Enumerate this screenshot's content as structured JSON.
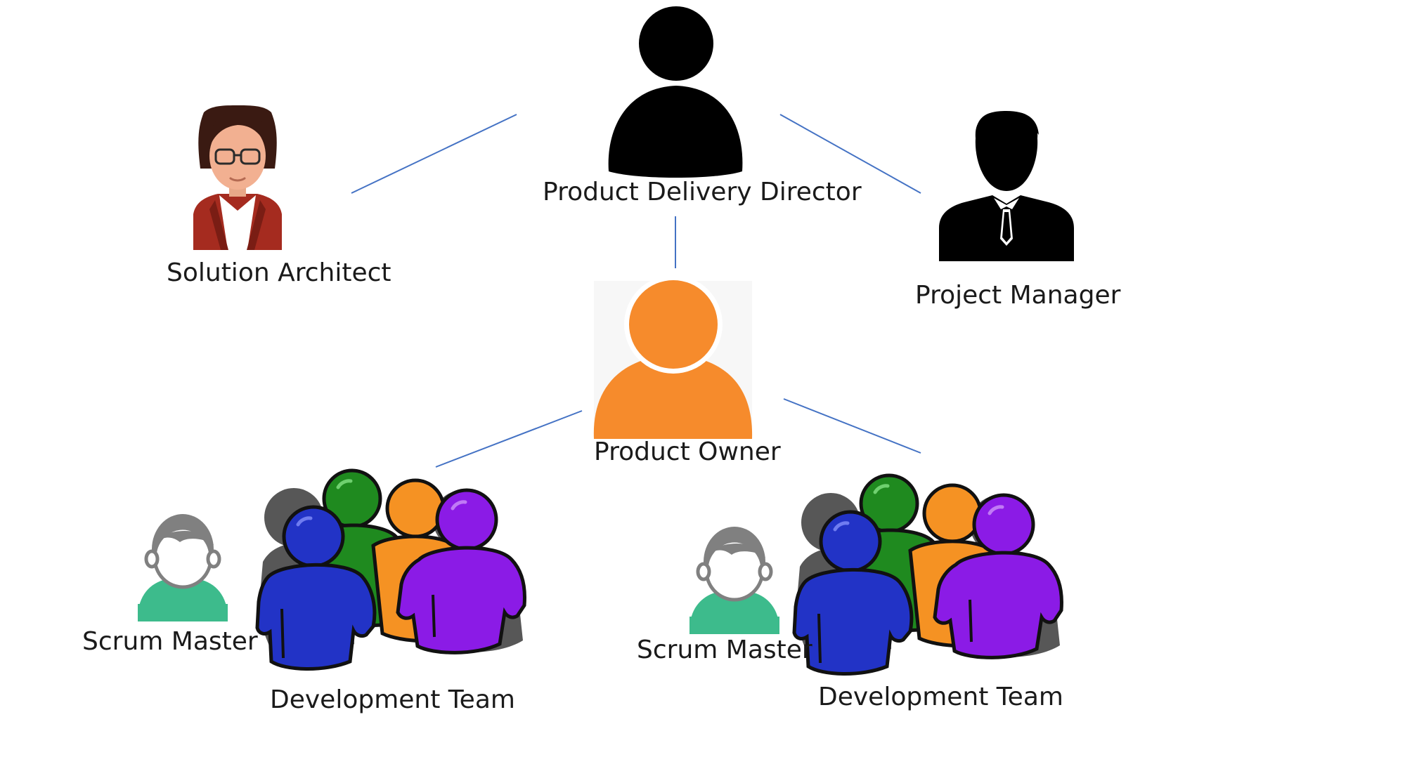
{
  "roles": {
    "director": "Product Delivery Director",
    "architect": "Solution Architect",
    "manager": "Project Manager",
    "owner": "Product Owner",
    "scrum_master_left": "Scrum Master",
    "dev_team_left": "Development Team",
    "scrum_master_right": "Scrum Master",
    "dev_team_right": "Development Team"
  },
  "colors": {
    "connector": "#4472c4",
    "owner": "#f68b2c",
    "scrum_master": "#3dbb8c",
    "team_green": "#1f8a1f",
    "team_orange": "#f59223",
    "team_purple": "#8b1be6",
    "team_blue": "#2233c6",
    "architect_jacket": "#a52b1f"
  },
  "icons": {
    "director": "person-icon",
    "architect": "woman-with-glasses-icon",
    "manager": "businessman-icon",
    "owner": "person-icon",
    "scrum_master": "user-avatar-icon",
    "dev_team": "group-of-people-icon"
  }
}
